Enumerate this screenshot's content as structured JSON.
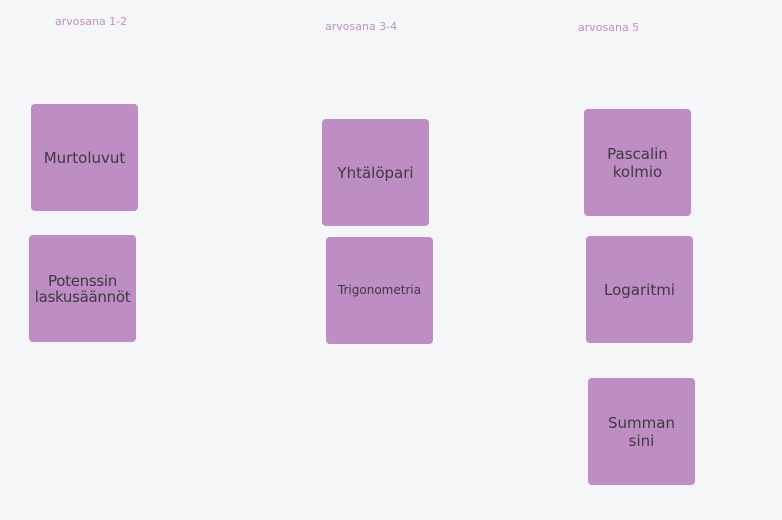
{
  "columns": [
    {
      "label": "arvosana 1-2"
    },
    {
      "label": "arvosana 3-4"
    },
    {
      "label": "arvosana 5"
    }
  ],
  "notes": {
    "murtoluvut": "Murtoluvut",
    "potenssin": "Potenssin\nlaskusäännöt",
    "yhtalopari": "Yhtälöpari",
    "trigonometria": "Trigonometria",
    "pascal": "Pascalin\nkolmio",
    "logaritmi": "Logaritmi",
    "summan_sini": "Summan\nsini"
  },
  "colors": {
    "background": "#f5f6f8",
    "note": "#bd8dc3",
    "note_text": "#3f3942",
    "column_label": "#c08fc7"
  }
}
